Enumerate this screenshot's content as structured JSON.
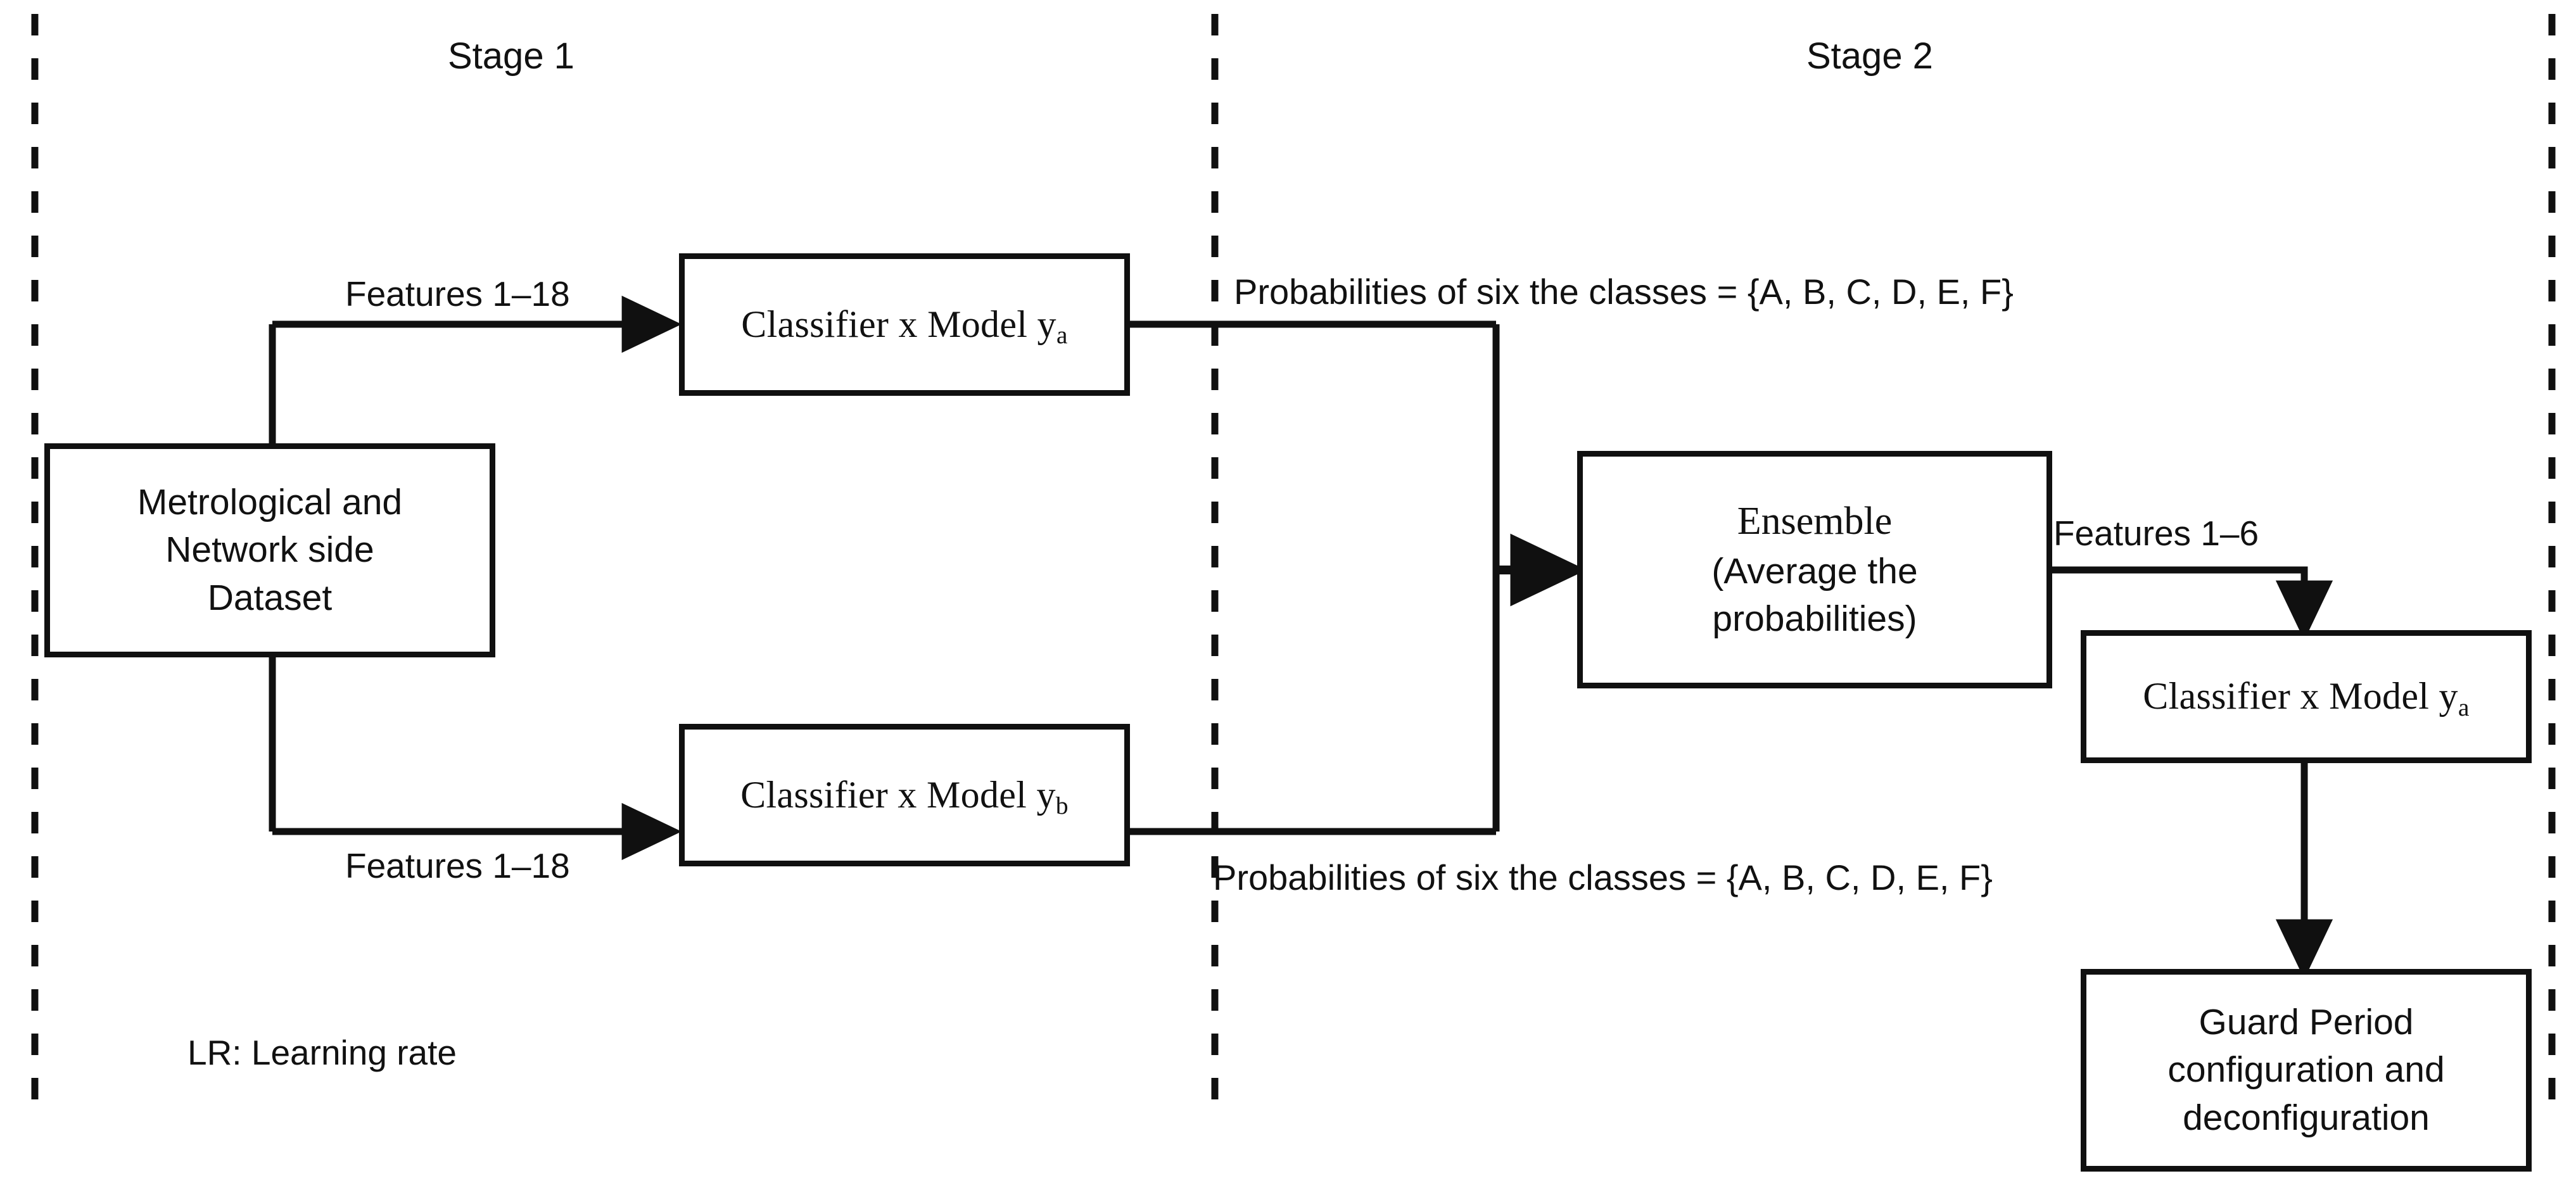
{
  "diagram": {
    "title": "Two-stage ensemble classification flow",
    "background_color": "#ffffff",
    "line_color": "#101010"
  },
  "dividers": {
    "left_border": "dashed-vertical-line",
    "stage_separator": "dashed-vertical-line",
    "right_border": "dashed-vertical-line"
  },
  "stages": [
    {
      "id": "stage-1",
      "label": "Stage 1"
    },
    {
      "id": "stage-2",
      "label": "Stage 2"
    }
  ],
  "nodes": {
    "dataset": {
      "lines": [
        "Metrological and",
        "Network side",
        "Dataset"
      ]
    },
    "classifier_a": {
      "prefix": "Classifier x Model y",
      "subscript": "a"
    },
    "classifier_b": {
      "prefix": "Classifier x Model y",
      "subscript": "b"
    },
    "ensemble": {
      "title": "Ensemble",
      "sub_line_1": "(Average the",
      "sub_line_2": "probabilities)"
    },
    "classifier_a2": {
      "prefix": "Classifier x Model y",
      "subscript": "a"
    },
    "guard_period": {
      "lines": [
        "Guard Period",
        "configuration and",
        "deconfiguration"
      ]
    }
  },
  "edge_labels": {
    "features_top": "Features 1–18",
    "features_bottom": "Features 1–18",
    "features_six": "Features 1–6",
    "probabilities_top": "Probabilities of six the classes = {A, B, C, D, E, F}",
    "probabilities_bottom": "Probabilities of six the classes = {A, B, C, D, E, F}"
  },
  "legend": {
    "learning_rate": "LR: Learning rate"
  }
}
